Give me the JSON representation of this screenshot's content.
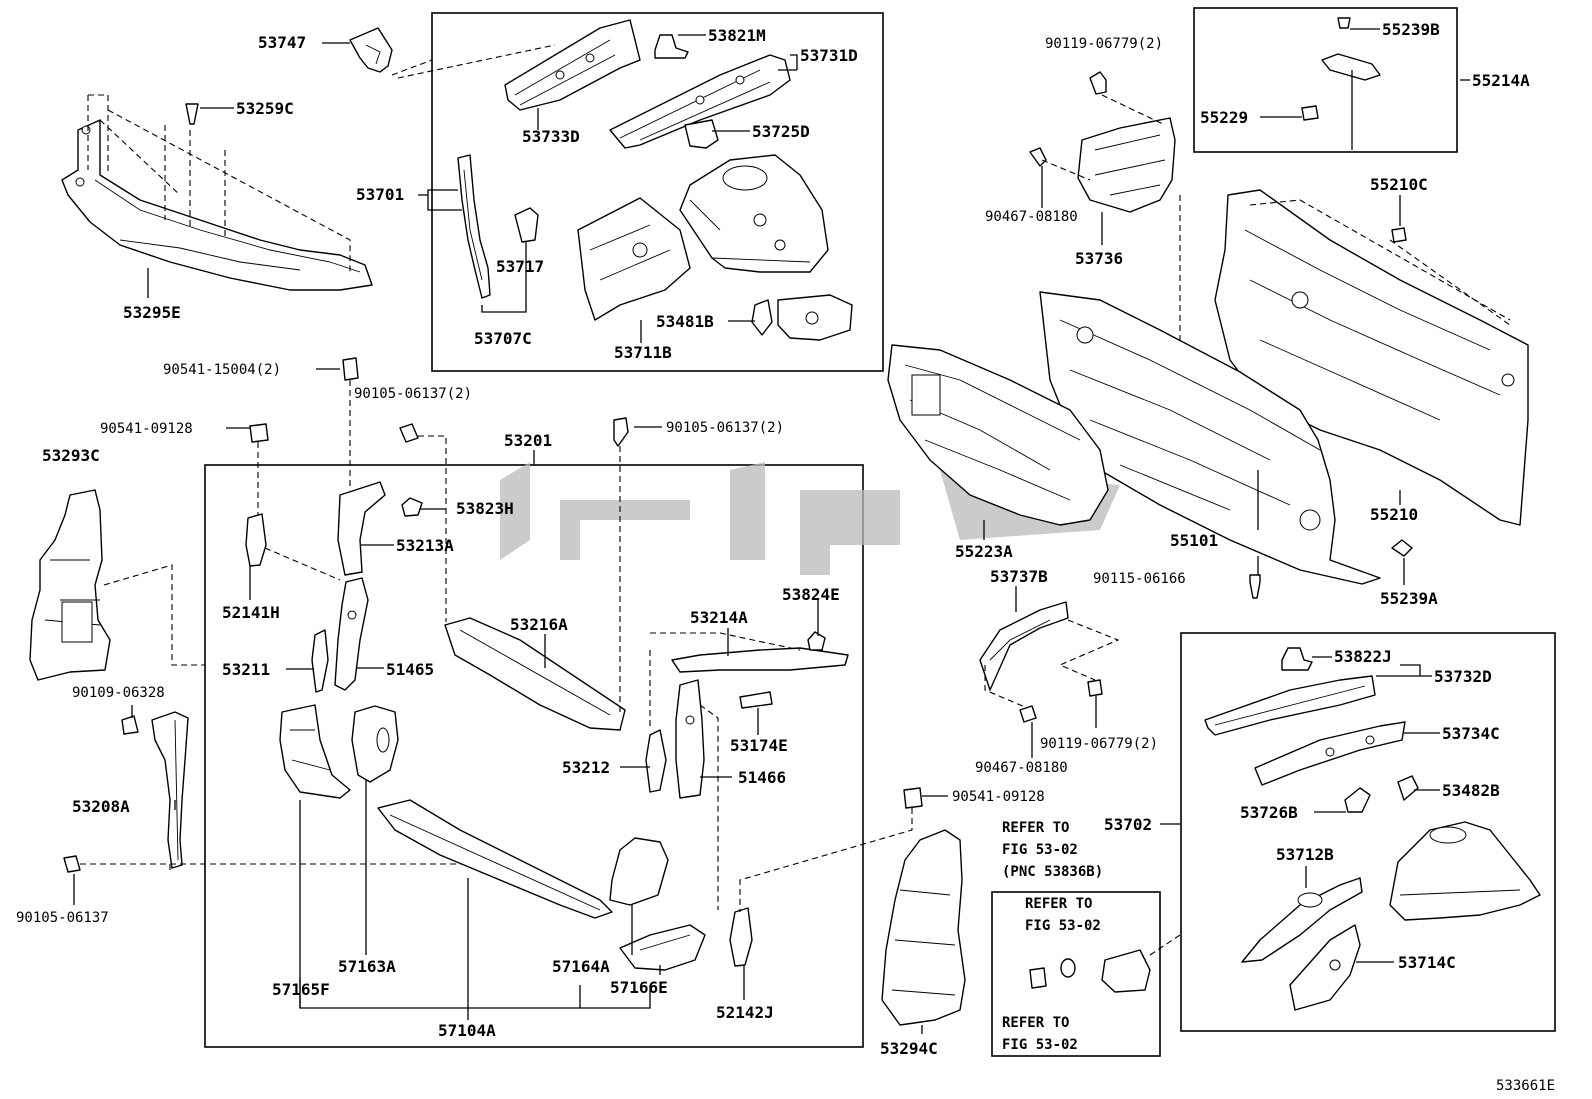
{
  "figure_code": "533661E",
  "labels": {
    "l53747": "53747",
    "l53259C": "53259C",
    "l53295E": "53295E",
    "l53821M": "53821M",
    "l53731D": "53731D",
    "l53733D": "53733D",
    "l53725D": "53725D",
    "l53701": "53701",
    "l53717": "53717",
    "l53707C": "53707C",
    "l53711B": "53711B",
    "l53481B": "53481B",
    "l90119_06779_a": "90119-06779(2)",
    "l55239B": "55239B",
    "l55214A": "55214A",
    "l55229": "55229",
    "l90467_08180_a": "90467-08180",
    "l53736": "53736",
    "l55210C": "55210C",
    "l90541_15004": "90541-15004(2)",
    "l90105_06137_a": "90105-06137(2)",
    "l90541_09128_a": "90541-09128",
    "l53293C": "53293C",
    "l53201": "53201",
    "l90105_06137_b": "90105-06137(2)",
    "l53823H": "53823H",
    "l53213A": "53213A",
    "l52141H": "52141H",
    "l53216A": "53216A",
    "l53214A": "53214A",
    "l53824E": "53824E",
    "l53211": "53211",
    "l51465": "51465",
    "l53174E": "53174E",
    "l53212": "53212",
    "l51466": "51466",
    "l90109_06328": "90109-06328",
    "l53208A": "53208A",
    "l90105_06137_c": "90105-06137",
    "l57163A": "57163A",
    "l57165F": "57165F",
    "l57104A": "57104A",
    "l57164A": "57164A",
    "l57166E": "57166E",
    "l52142J": "52142J",
    "l55223A": "55223A",
    "l55101": "55101",
    "l55210": "55210",
    "l53737B": "53737B",
    "l90115_06166": "90115-06166",
    "l55239A": "55239A",
    "l90119_06779_b": "90119-06779(2)",
    "l90467_08180_b": "90467-08180",
    "l53822J": "53822J",
    "l53732D": "53732D",
    "l53734C": "53734C",
    "l53482B": "53482B",
    "l53726B": "53726B",
    "l90541_09128_b": "90541-09128",
    "l53702": "53702",
    "l53712B": "53712B",
    "l53714C": "53714C",
    "l53294C": "53294C",
    "ref1_line1": "REFER TO",
    "ref1_line2": "FIG 53-02",
    "ref1_line3": "(PNC 53836B)",
    "ref2_line1": "REFER TO",
    "ref2_line2": "FIG 53-02",
    "ref3_line1": "REFER TO",
    "ref3_line2": "FIG 53-02"
  }
}
